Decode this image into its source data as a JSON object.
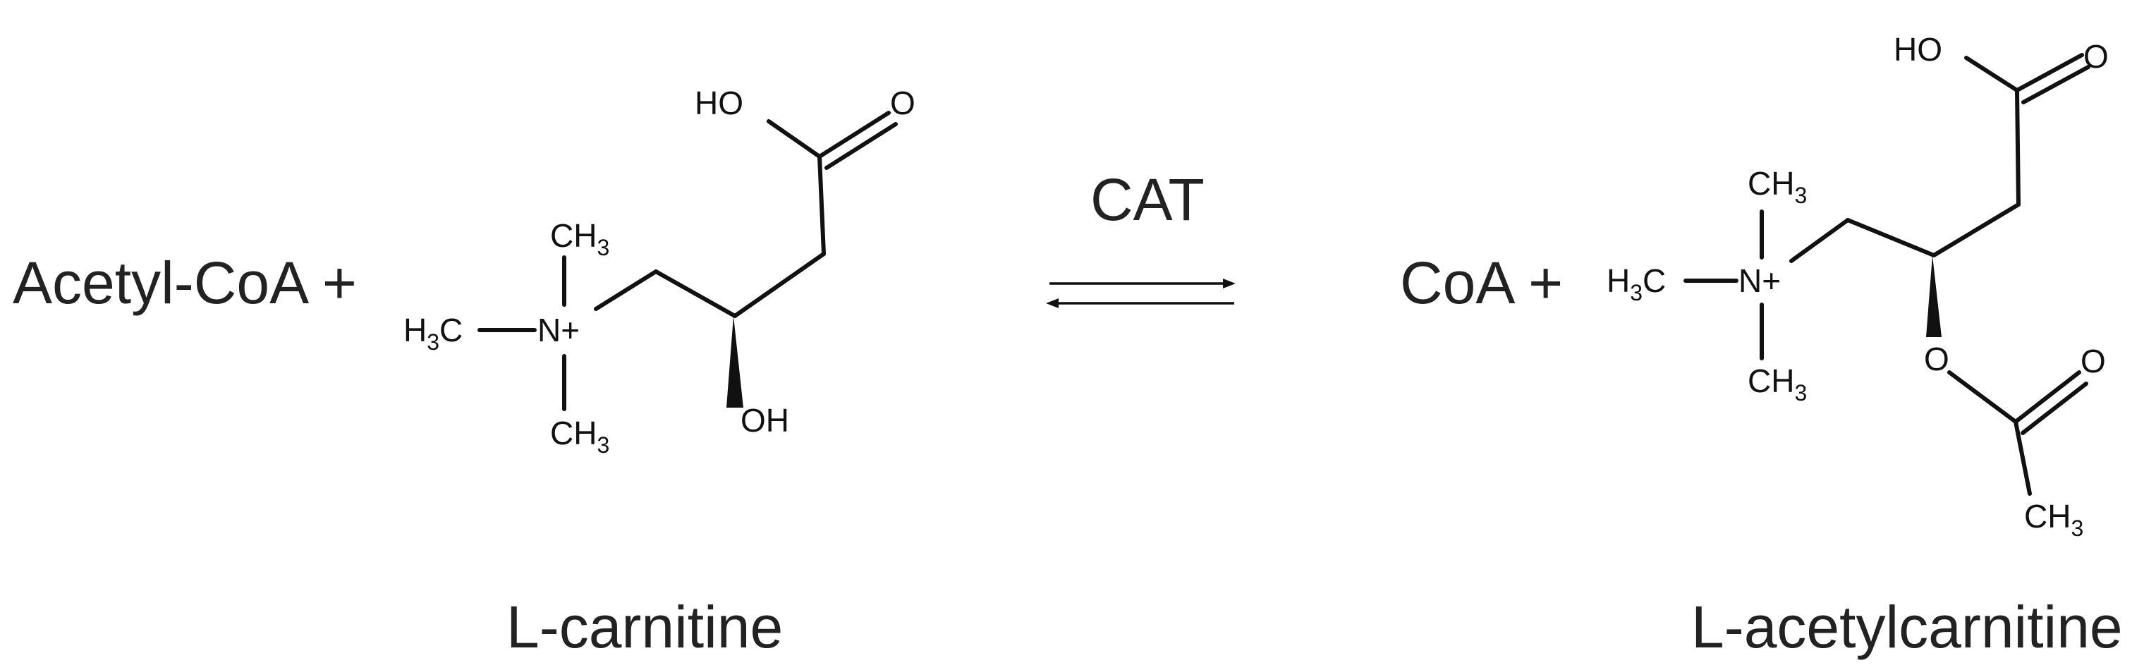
{
  "reaction": {
    "reactant_text": "Acetyl-CoA +",
    "product_text": "CoA +",
    "enzyme": "CAT",
    "reactant_label": "L-carnitine",
    "product_label": "L-acetylcarnitine"
  },
  "l_carnitine": {
    "carboxyl_oh": "HO",
    "carboxyl_o": "O",
    "methyl_top": "CH",
    "methyl_top_sub": "3",
    "methyl_left": "H",
    "methyl_left_sub": "3",
    "methyl_left_end": "C",
    "nitrogen": "N+",
    "methyl_bottom": "CH",
    "methyl_bottom_sub": "3",
    "hydroxyl": "OH"
  },
  "l_acetylcarnitine": {
    "carboxyl_oh": "HO",
    "carboxyl_o": "O",
    "methyl_top": "CH",
    "methyl_top_sub": "3",
    "methyl_left": "H",
    "methyl_left_sub": "3",
    "methyl_left_end": "C",
    "nitrogen": "N+",
    "methyl_bottom": "CH",
    "methyl_bottom_sub": "3",
    "ester_o": "O",
    "carbonyl_o": "O",
    "acetyl_methyl": "CH",
    "acetyl_methyl_sub": "3"
  },
  "colors": {
    "text": "#222222",
    "bonds": "#111111",
    "background": "#ffffff"
  }
}
